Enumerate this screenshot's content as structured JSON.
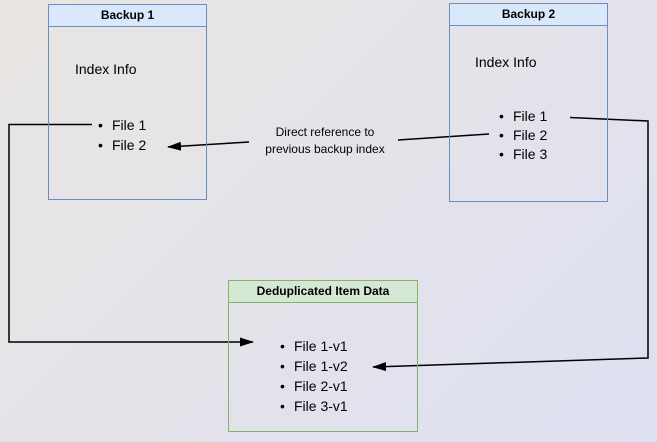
{
  "diagram": {
    "backup1": {
      "title": "Backup 1",
      "section_label": "Index Info",
      "files": [
        "File 1",
        "File 2"
      ]
    },
    "backup2": {
      "title": "Backup 2",
      "section_label": "Index Info",
      "files": [
        "File 1",
        "File 2",
        "File 3"
      ]
    },
    "dedup_store": {
      "title": "Deduplicated Item Data",
      "files": [
        "File 1-v1",
        "File 1-v2",
        "File 2-v1",
        "File 3-v1"
      ]
    },
    "edge_label": {
      "line1": "Direct reference to",
      "line2": "previous backup index"
    },
    "colors": {
      "blue_box_border": "#6c8ebf",
      "blue_box_header_fill": "#dae8fc",
      "green_box_border": "#82b366",
      "green_box_header_fill": "#d5e8d4",
      "connector": "#000000",
      "background_top_left": "#e8e5e2",
      "background_bottom_right": "#dde0f1"
    }
  }
}
